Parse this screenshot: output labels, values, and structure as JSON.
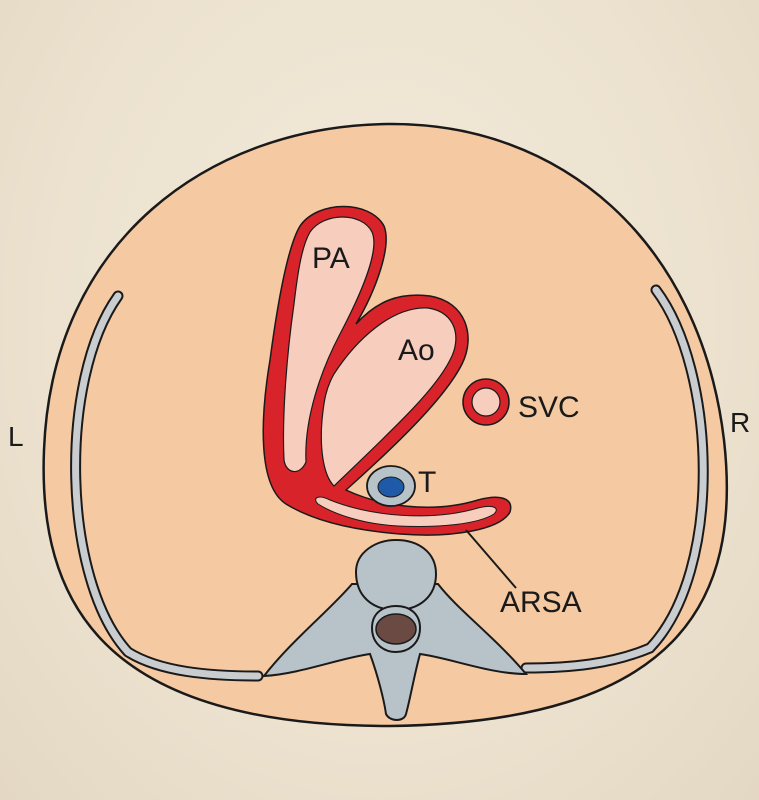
{
  "labels": {
    "pa": "PA",
    "ao": "Ao",
    "svc": "SVC",
    "trachea": "T",
    "arsa": "ARSA",
    "left": "L",
    "right": "R"
  },
  "colors": {
    "body_fill": "#f5c9a1",
    "vessel_stroke": "#d8232a",
    "vessel_fill": "#f7cdbd",
    "rib": "#c9cdd0",
    "vertebra": "#b8c3c9",
    "spinal_cord": "#6b4a44",
    "trachea_fill": "#1e5aa8",
    "outline": "#1a1a1a"
  }
}
